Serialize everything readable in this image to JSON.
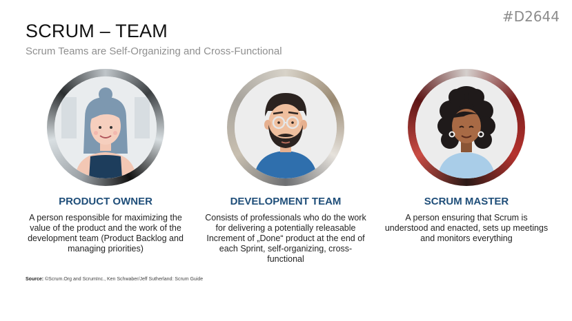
{
  "code": "#D2644",
  "title": "SCRUM – TEAM",
  "subtitle": "Scrum Teams are Self-Organizing and Cross-Functional",
  "roles": [
    {
      "name": "PRODUCT OWNER",
      "description": "A person responsible for maximizing the value of the product and the work of the development team (Product Backlog and managing priorities)",
      "avatar_icon": "woman-bun-avatar-icon"
    },
    {
      "name": "DEVELOPMENT TEAM",
      "description": "Consists of professionals who do the work for delivering a potentially releasable Increment of „Done“ product at the end of each Sprint, self-organizing, cross-functional",
      "avatar_icon": "bearded-man-glasses-avatar-icon"
    },
    {
      "name": "SCRUM MASTER",
      "description": "A person ensuring that Scrum is understood and enacted, sets up meetings and monitors everything",
      "avatar_icon": "curly-hair-woman-avatar-icon"
    }
  ],
  "source": {
    "label": "Source:",
    "text": "©Scrum.Org and ScrumInc., Ken Schwaber/Jeff Sutherland: Scrum Guide"
  },
  "colors": {
    "heading_blue": "#1f4e79",
    "subtitle_gray": "#8f8f8f"
  }
}
